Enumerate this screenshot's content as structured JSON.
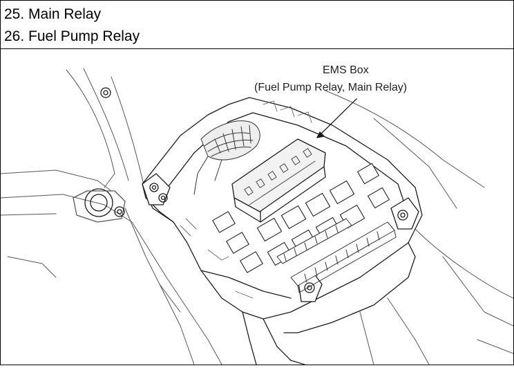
{
  "header": {
    "item_1": "25. Main Relay",
    "item_2": "26. Fuel Pump Relay"
  },
  "diagram": {
    "callout_title": "EMS Box",
    "callout_sub": "(Fuel Pump Relay, Main Relay)"
  },
  "colors": {
    "line": "#1a1a1a",
    "shade": "#cfcfcf"
  }
}
